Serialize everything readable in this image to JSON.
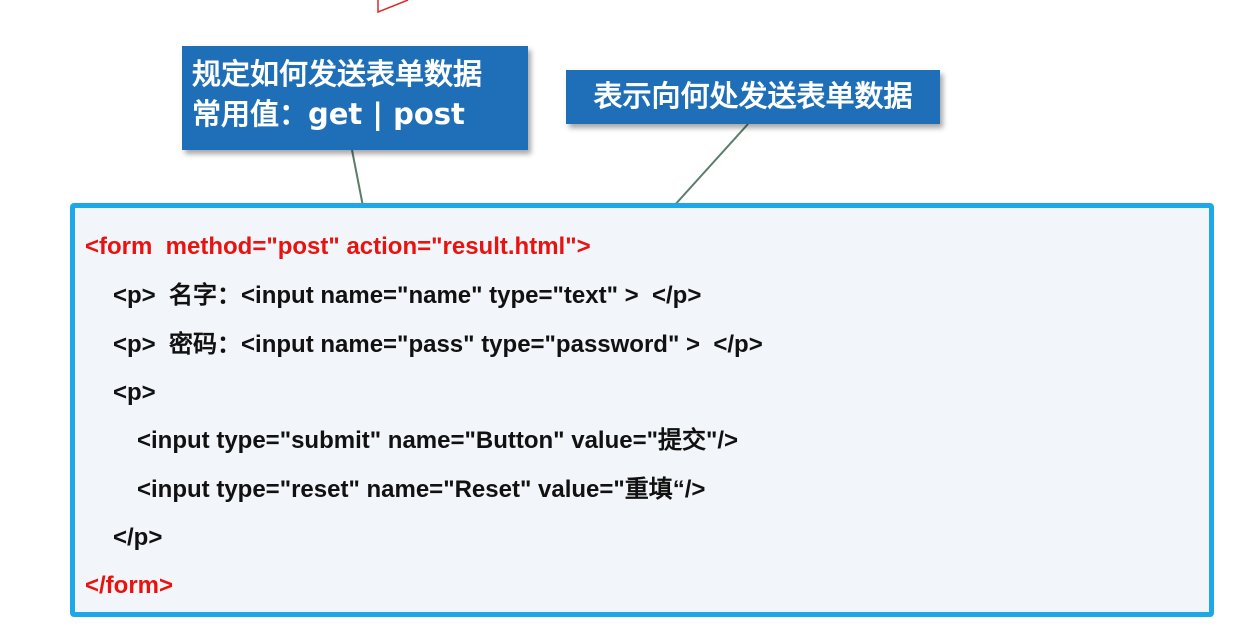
{
  "callouts": {
    "method": {
      "line1": "规定如何发送表单数据",
      "line2": "常用值：get  | post"
    },
    "action": {
      "text": "表示向何处发送表单数据"
    }
  },
  "code": {
    "lines": [
      "<form  method=\"post\" action=\"result.html\">",
      "<p>  名字：<input name=\"name\" type=\"text\" >  </p>",
      "<p>  密码：<input name=\"pass\" type=\"password\" >  </p>",
      "<p>",
      "<input type=\"submit\" name=\"Button\" value=\"提交\"/>",
      "<input type=\"reset\" name=\"Reset\" value=\"重填“/>",
      "</p>",
      "</form>"
    ]
  },
  "colors": {
    "callout_bg": "#1f6fb8",
    "code_border": "#1da9e8",
    "code_bg": "#f2f5f9",
    "form_tag": "#e8130f",
    "arrow": "#5a7d6a",
    "pen_stroke": "#d92b2b"
  }
}
